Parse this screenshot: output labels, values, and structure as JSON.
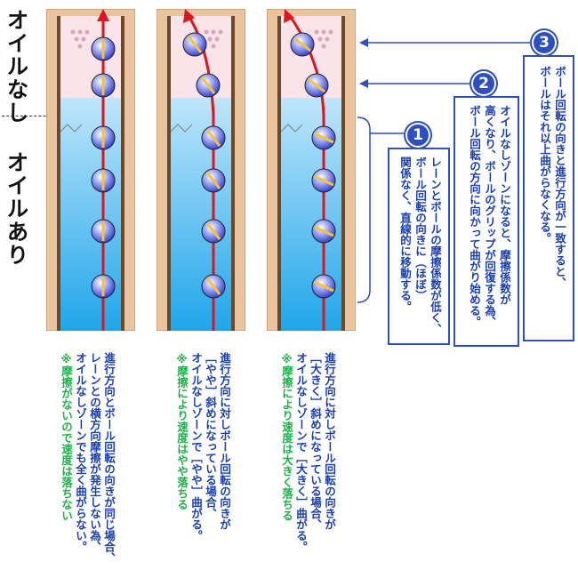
{
  "labels": {
    "no_oil": "オイルなし",
    "oil": "オイルあり"
  },
  "captions": [
    {
      "lines": [
        "進行方向とボール回転の向きが同じ場合、",
        "レーンとの横方向摩擦が発生しない為、",
        "オイルなしゾーンでも全く曲がらない。"
      ],
      "note": "※摩擦がないので速度は落ちない"
    },
    {
      "lines": [
        "進行方向に対しボール回転の向きが",
        "［やや］斜めになっている場合、",
        "オイルなしゾーンで［やや］曲がる。"
      ],
      "note": "※摩擦により速度はやや落ちる"
    },
    {
      "lines": [
        "進行方向に対しボール回転の向きが",
        "［大きく］斜めになっている場合、",
        "オイルなしゾーンで［大きく］曲がる。"
      ],
      "note": "※摩擦により速度は大きく落ちる"
    }
  ],
  "points": [
    {
      "number": "1",
      "lines": [
        "レーンとボールの摩擦係数が低く、",
        "ボール回転の向きに（ほぼ）",
        "関係なく、直線的に移動する。"
      ]
    },
    {
      "number": "2",
      "lines": [
        "オイルなしゾーンになると、摩擦係数が",
        "高くなり、ボールのグリップが回復する為、",
        "ボール回転の方向に向かって曲がり始める。"
      ]
    },
    {
      "number": "3",
      "lines": [
        "ボール回転の向きと進行方向が一致すると、",
        "ボールはそれ以上曲がらなくなる。"
      ]
    }
  ],
  "colors": {
    "arrow": "#e0141e",
    "box": "#2d4fbf",
    "note_green": "#1db34a",
    "text_blue": "#1a3fb0",
    "lane_frame": "#e9c49e",
    "oil_zone": "#2fb0ee",
    "dry_zone": "#fbe3ea"
  }
}
